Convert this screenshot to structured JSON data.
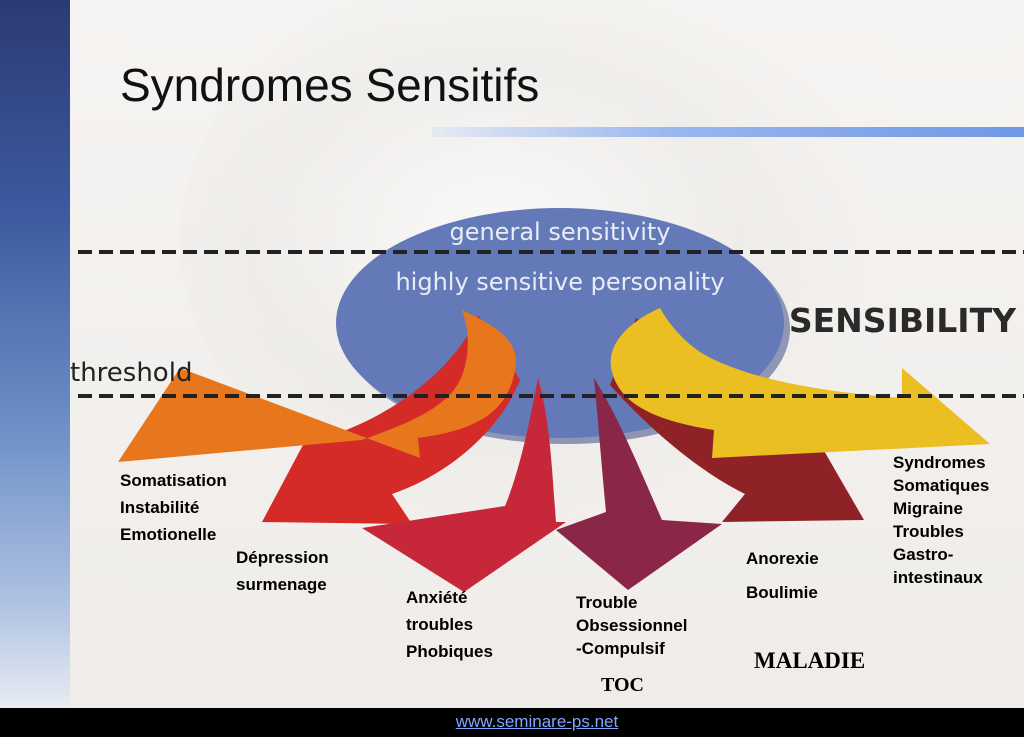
{
  "slide": {
    "title": "Syndromes Sensitifs"
  },
  "diagram": {
    "ellipse_top_text": "general sensitivity",
    "ellipse_bottom_text": "highly sensitive personality",
    "threshold_label": "threshold",
    "sensibility_label": "SENSIBILITY",
    "colors": {
      "ellipse": "#6479b8",
      "orange": "#e8761c",
      "yellow": "#ebbe22",
      "red": "#d42a28",
      "crimson": "#c62839",
      "plum": "#8a2648",
      "darkred": "#8e2226"
    },
    "labels": {
      "somatisation": [
        "Somatisation",
        "Instabilité",
        "Emotionelle"
      ],
      "depression": [
        "Dépression",
        "surmenage"
      ],
      "anxiete": [
        "Anxiété",
        "troubles",
        "Phobiques"
      ],
      "toc": [
        "Trouble",
        "Obsessionnel",
        "-Compulsif"
      ],
      "toc_short": "TOC",
      "anorexie": [
        "Anorexie",
        "Boulimie"
      ],
      "syndromes": [
        "Syndromes",
        "Somatiques",
        "Migraine",
        "Troubles",
        "Gastro-",
        "intestinaux"
      ],
      "maladie": "MALADIE"
    }
  },
  "footer": {
    "link": "www.seminare-ps.net"
  }
}
